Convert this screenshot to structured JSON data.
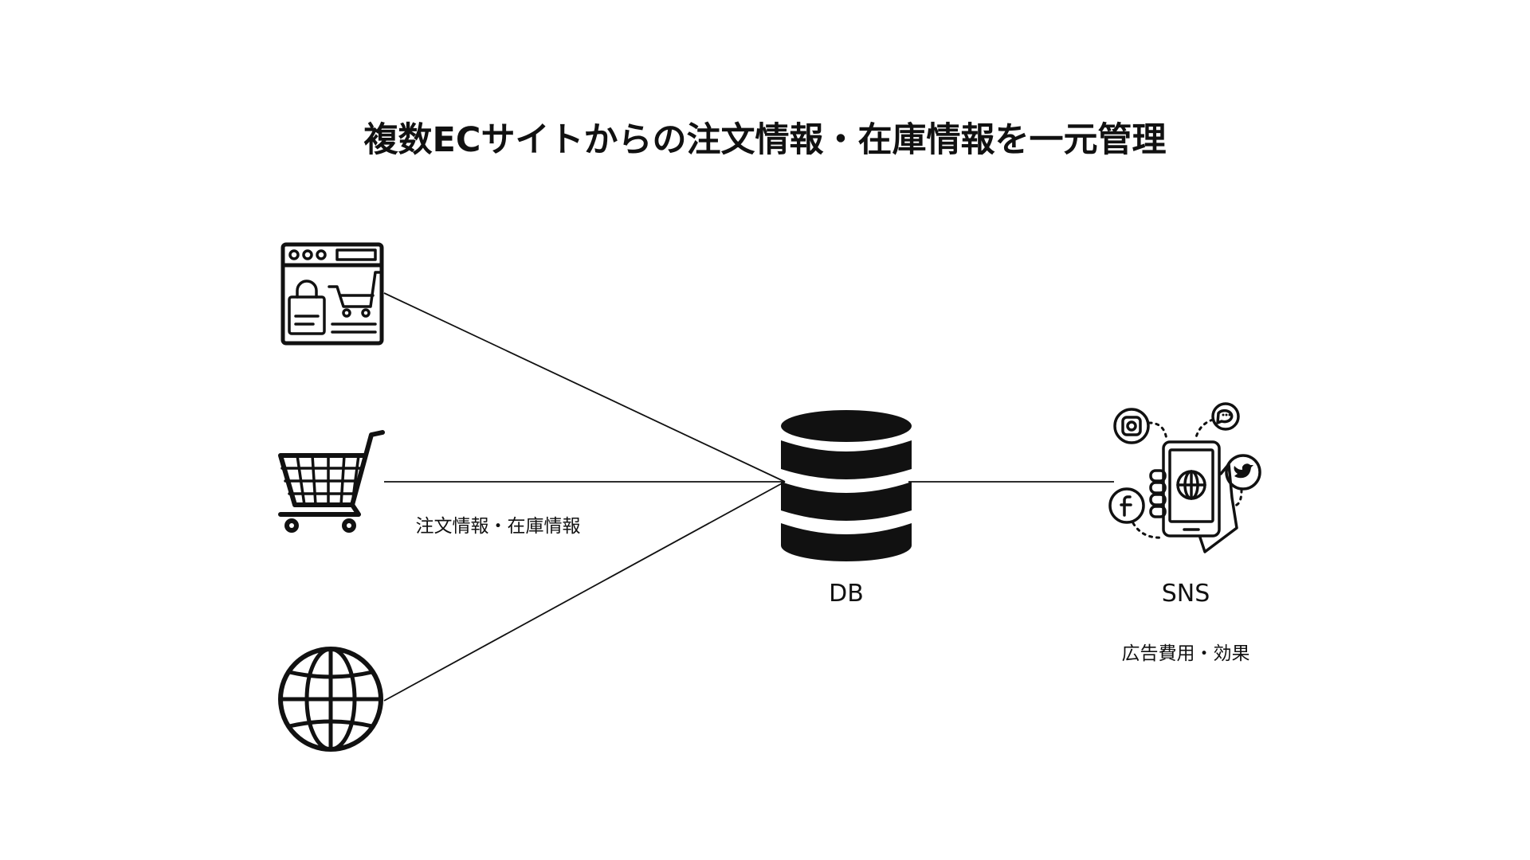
{
  "title": "複数ECサイトからの注文情報・在庫情報を一元管理",
  "sources": [
    {
      "icon": "online-shop-browser-icon"
    },
    {
      "icon": "shopping-cart-icon"
    },
    {
      "icon": "globe-icon"
    }
  ],
  "edge_label": "注文情報・在庫情報",
  "db": {
    "icon": "database-icon",
    "label": "DB"
  },
  "sns": {
    "icon": "social-media-phone-icon",
    "label": "SNS",
    "caption": "広告費用・効果"
  },
  "colors": {
    "ink": "#111111",
    "background": "#ffffff"
  }
}
